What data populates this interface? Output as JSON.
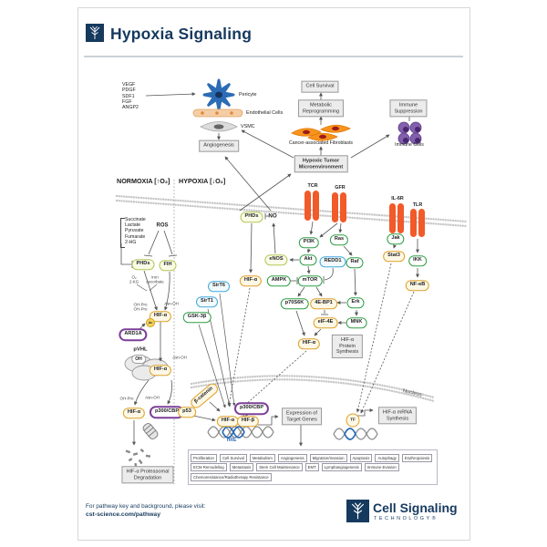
{
  "header": {
    "title": "Hypoxia Signaling"
  },
  "zones": {
    "normoxia": "NORMOXIA [↑O₂]",
    "hypoxia": "HYPOXIA [↓O₂]"
  },
  "top": {
    "ligands": "VEGF\nPDGF\nSDF1\nFGF\nANGP2",
    "pericyte": "Pericyte",
    "endothelial": "Endothelial Cells",
    "vsmc": "VSMC",
    "angiogenesis": "Angiogenesis",
    "cell_survival": "Cell Survival",
    "metabolic": "Metabolic\nReprogramming",
    "fibroblasts": "Cancer-associated Fibroblasts",
    "immune_suppression": "Immune\nSuppression",
    "immune_cells": "Immune Cells",
    "hypoxic_tumor": "Hypoxic Tumor\nMicroenvironment"
  },
  "normoxia": {
    "metabolites": "Succinate\nLactate\nPyruvate\nFumarate\n2-HG",
    "ros": "ROS",
    "phds": "PHDs",
    "fih": "FIH",
    "o2_kg": "O₂\n2-KG",
    "iron_ascorbate": "iron\nascorbate",
    "oh_pro_pair": "OH-Pro\nOH-Pro",
    "asn_oh_1": "Asn-OH",
    "hif_a1": "HIF-α",
    "ac": "Ac",
    "ard1a": "ARD1A",
    "pvhl": "pVHL",
    "oh": "OH",
    "hif_a2": "HIF-α",
    "asn_oh_2": "Asn-OH",
    "oh_pro_3": "OH-Pro",
    "asn_oh_3": "Asn-OH",
    "hif_a3": "HIF-α",
    "p300_cbp": "p300/CBP",
    "degradation": "HIF-α Proteasomal\nDegradation"
  },
  "hypoxia": {
    "phds": "PHDs",
    "no": "NO",
    "enos": "eNOS",
    "hif_a": "HIF-α",
    "sirt6": "SirT6",
    "sirt1": "SirT1",
    "gsk3b": "GSK-3β",
    "tcr": "TCR",
    "gfr": "GFR",
    "il6r": "IL-6R",
    "tlr": "TLR",
    "pi3k": "PI3K",
    "ras": "Ras",
    "akt": "Akt",
    "redd1": "REDD1",
    "ampk": "AMPK",
    "mtor": "mTOR",
    "raf": "Raf",
    "erk": "Erk",
    "p70s6k": "p70S6K",
    "e4bp1": "4E-BP1",
    "eif4e": "eIF-4E",
    "mnk": "MNK",
    "hif_a_ps": "HIF-α",
    "protein_synthesis": "HIF-α\nProtein\nSynthesis",
    "jak": "Jak",
    "stat3": "Stat3",
    "ikk": "IKK",
    "nfkb": "NF-κB"
  },
  "nucleus": {
    "label": "Nucleus",
    "beta_catenin": "β-catenin",
    "p53": "p53",
    "p300_cbp": "p300/CBP",
    "hif_a": "HIF-α",
    "hif_b": "HIF-β",
    "hre": "HRE",
    "expression": "Expression of\nTarget Genes",
    "tf": "TF",
    "mrna": "HIF-α mRNA\nSynthesis"
  },
  "outcomes": {
    "row1": [
      "Proliferation",
      "Cell Survival",
      "Metabolism",
      "Angiogenesis",
      "Migration/Invasion",
      "Apoptosis",
      "Autophagy",
      "Erythropoiesis"
    ],
    "row2": [
      "ECM Remodeling",
      "Metastasis",
      "Stem Cell Maintenance",
      "EMT",
      "Lymphangiogenesis",
      "Immune Evasion"
    ],
    "row3": [
      "Chemoresistance/Radiotherapy Resistance"
    ]
  },
  "footer": {
    "note": "For pathway key and background, please visit:",
    "url": "cst-science.com/pathway",
    "brand": "Cell Signaling",
    "brand_sub": "TECHNOLOGY®"
  },
  "colors": {
    "navy": "#16395e",
    "receptor_orange": "#f15a29",
    "kinase_green": "#2f9e46",
    "hif_orange": "#dfa128",
    "sirt_blue": "#3fa9dd",
    "p300_purple": "#7c3f98",
    "pericyte_blue": "#2b6cb5",
    "hre_blue": "#2b6cb8"
  }
}
